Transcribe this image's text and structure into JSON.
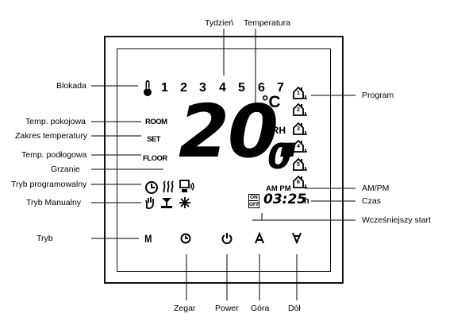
{
  "labels": {
    "top": [
      "Tydzień",
      "Temperatura"
    ],
    "left": [
      "Blokada",
      "Temp. pokojowa",
      "Zakres temperatury",
      "Temp. podłogowa",
      "Grzanie",
      "Tryb programowalny",
      "Tryb Manualny",
      "Tryb"
    ],
    "right": [
      "Program",
      "AM/PM",
      "Czas",
      "Wcześniejszy start"
    ],
    "bottom": [
      "Zegar",
      "Power",
      "Góra",
      "Dół"
    ]
  },
  "display": {
    "days": [
      "1",
      "2",
      "3",
      "4",
      "5",
      "6",
      "7"
    ],
    "room": "ROOM",
    "set": "SET",
    "floor": "FLOOR",
    "temp_main": "20.",
    "temp_decimal": "0",
    "unit": "°C",
    "humidity": "%RH",
    "ampm": "AM PM",
    "time": "03:25",
    "time_suffix": "h",
    "on": "ON",
    "off": "OFF",
    "program_numbers": [
      "1",
      "2",
      "3",
      "4",
      "5",
      "6"
    ]
  },
  "buttons": {
    "mode": "M"
  }
}
